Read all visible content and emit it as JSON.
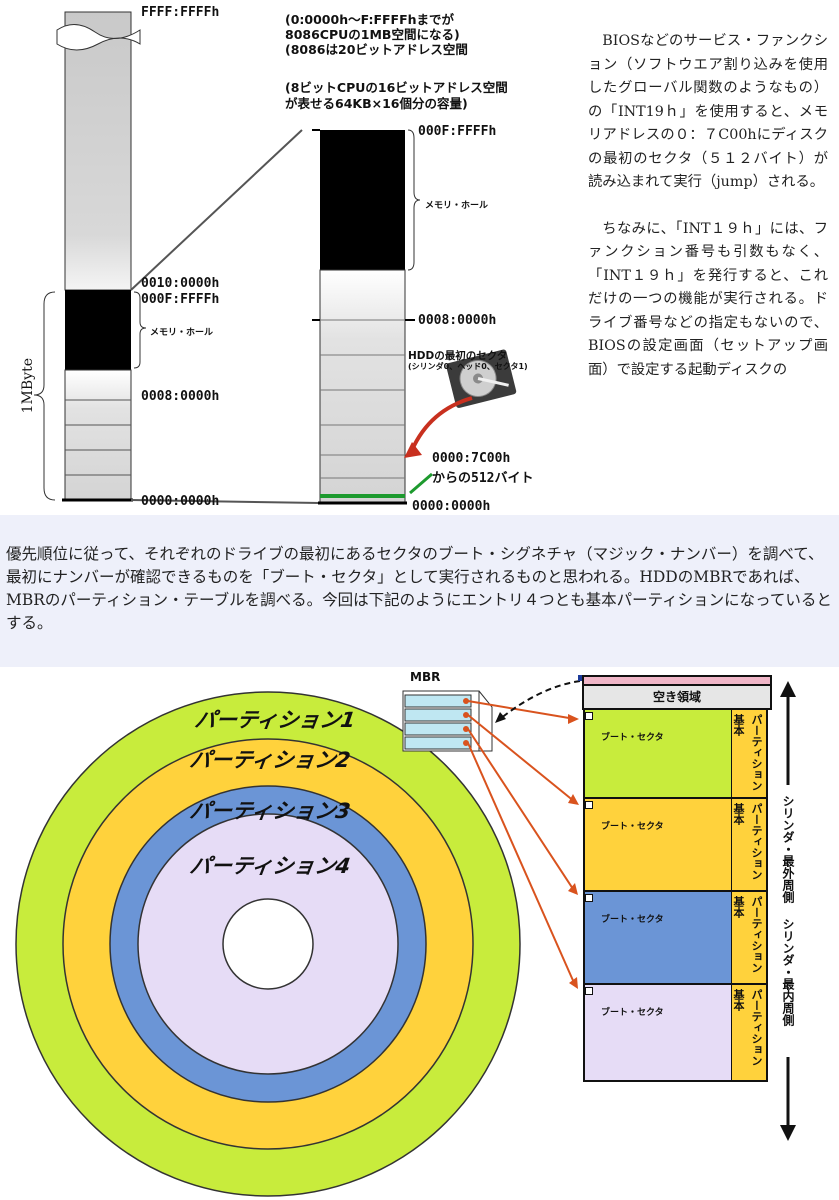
{
  "memory_map": {
    "label_top": "FFFF:FFFFh",
    "label_0010": "0010:0000h",
    "label_000f_left": "000F:FFFFh",
    "label_0008_left": "0008:0000h",
    "label_0000_left": "0000:0000h",
    "hole_left": "メモリ・ホール",
    "size_label": "1MByte",
    "note_1mb_line1": "(0:0000h～F:FFFFhまでが",
    "note_1mb_line2": "8086CPUの1MB空間になる)",
    "note_1mb_line3": "(8086は20ビットアドレス空間",
    "note_64kb_line1": "(8ビットCPUの16ビットアドレス空間",
    "note_64kb_line2": "が表せる64KB×16個分の容量)",
    "label_000f_right": "000F:FFFFh",
    "hole_right": "メモリ・ホール",
    "label_0008_right": "0008:0000h",
    "hdd_line1": "HDDの最初のセクタ",
    "hdd_line2": "(シリンダ0、ヘッド0、セクタ1)",
    "load_line1": "0000:7C00h",
    "load_line2": "からの512バイト",
    "label_0000_right": "0000:0000h"
  },
  "text": {
    "right_p1": "BIOSなどのサービス・ファンクション（ソフトウエア割り込みを使用したグローバル関数のようなもの）の「INT19ｈ」を使用すると、メモリアドレスの０：７C00hにディスクの最初のセクタ（５１２バイト）が読み込まれて実行（jump）される。",
    "right_p2": "ちなみに、「INT１９ｈ」には、ファンクション番号も引数もなく、「INT１９ｈ」を発行すると、これだけの一つの機能が実行される。ドライブ番号などの指定もないので、BIOSの設定画面（セットアップ画面）で設定する起動ディスクの",
    "wide_p": "優先順位に従って、それぞれのドライブの最初にあるセクタのブート・シグネチャ（マジック・ナンバー）を調べて、最初にナンバーが確認できるものを「ブート・セクタ」として実行されるものと思われる。HDDのMBRであれば、MBRのパーティション・テーブルを調べる。今回は下記のようにエントリ４つとも基本パーティションになっているとする。"
  },
  "disk": {
    "mbr_label": "MBR",
    "rings": [
      "パーティション1",
      "パーティション2",
      "パーティション3",
      "パーティション4"
    ],
    "free_area": "空き領域",
    "boot_sector": "ブート・セクタ",
    "basic": "基本",
    "partition_word": "パーティション",
    "outer_label": "シリンダ・最外周側",
    "inner_label": "シリンダ・最内周側",
    "colors": {
      "ring1": "#c8ec3c",
      "ring2": "#ffd23c",
      "ring3": "#6b95d6",
      "ring4": "#e6dcf6",
      "free": "#e8e8e8",
      "arrow": "#d9531e"
    }
  }
}
